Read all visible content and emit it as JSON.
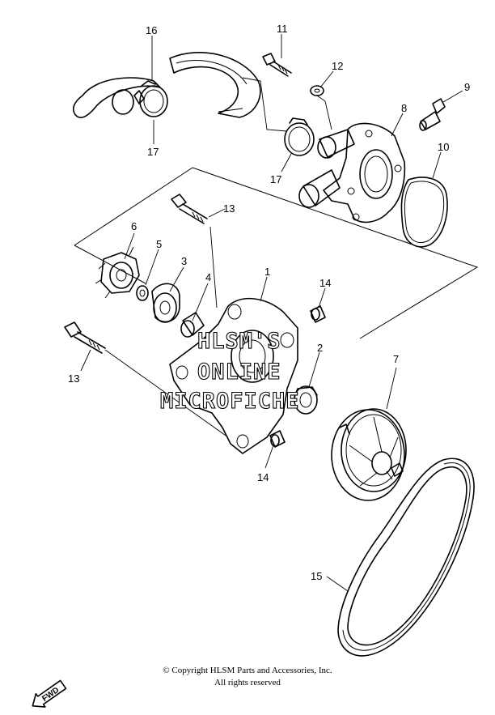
{
  "callouts": {
    "p1": "1",
    "p2": "2",
    "p3": "3",
    "p4": "4",
    "p5": "5",
    "p6": "6",
    "p7": "7",
    "p8": "8",
    "p9": "9",
    "p10": "10",
    "p11": "11",
    "p12": "12",
    "p13a": "13",
    "p13b": "13",
    "p14a": "14",
    "p14b": "14",
    "p15": "15",
    "p16": "16",
    "p17a": "17",
    "p17b": "17"
  },
  "watermark": {
    "line1": "HLSM'S",
    "line2": "ONLINE",
    "line3": "MICROFICHE"
  },
  "copyright": {
    "line1": "© Copyright HLSM Parts and Accessories, Inc.",
    "line2": "All rights reserved"
  },
  "direction_marker": {
    "label": "FWD",
    "icon": "forward-arrow-icon"
  }
}
